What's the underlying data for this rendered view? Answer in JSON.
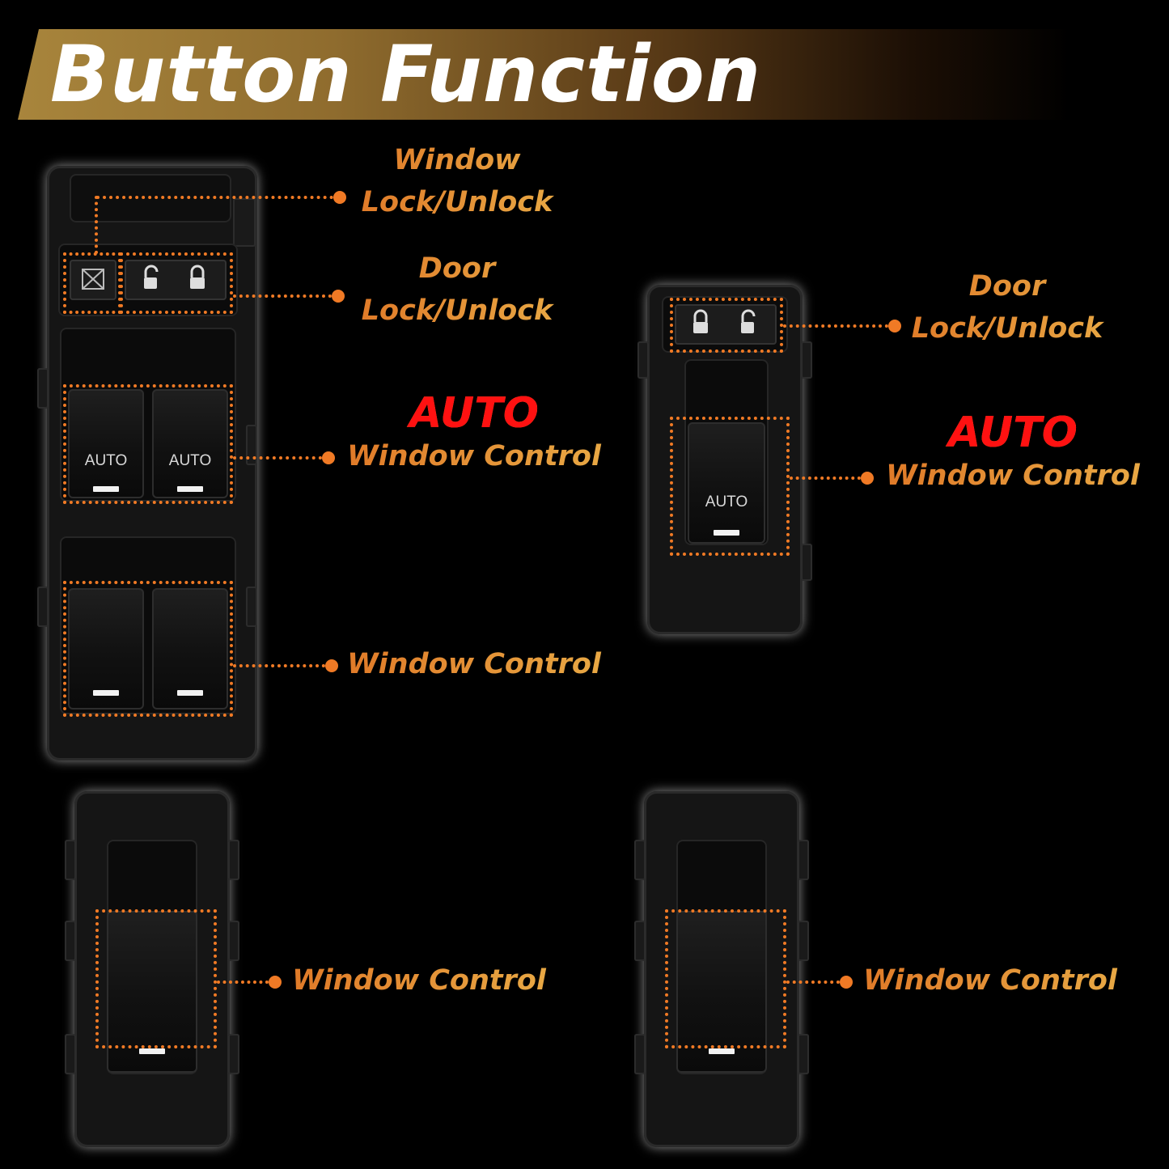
{
  "header": {
    "title": "Button Function"
  },
  "labels": {
    "window_lock_line1": "Window",
    "window_lock_line2": "Lock/Unlock",
    "door_lock_line1": "Door",
    "door_lock_line2": "Lock/Unlock",
    "auto": "AUTO",
    "window_control": "Window Control"
  },
  "buttons": {
    "auto_label": "AUTO"
  },
  "icons": {
    "window_lock": "window-lock-icon",
    "lock_open": "padlock-open-icon",
    "lock_closed": "padlock-closed-icon"
  },
  "colors": {
    "accent": "#f07a25",
    "auto_red": "#ff1111",
    "banner_gold": "#a8853c"
  }
}
